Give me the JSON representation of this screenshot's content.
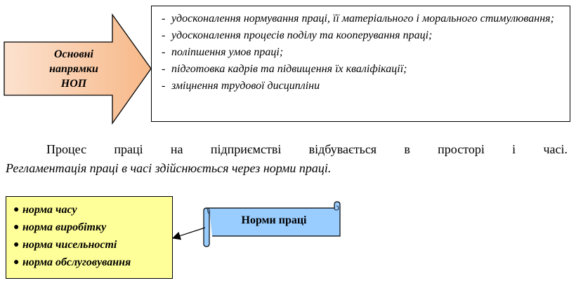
{
  "arrow": {
    "label_lines": [
      "Основні",
      "напрямки",
      "НОП"
    ],
    "fill_color": "#f8c19b"
  },
  "directions": {
    "items": [
      "удосконалення нормування праці, її матеріального і морального стимулювання;",
      "удосконалення процесів поділу та кооперування праці;",
      "поліпшення умов праці;",
      "підготовка кадрів та підвищення їх кваліфікації;",
      "зміцнення трудової дисципліни"
    ]
  },
  "paragraph": {
    "line1": "Процес праці на підприємстві відбувається в просторі і часі.",
    "line2": "Регламентація праці в часі здійснюється через норми праці."
  },
  "norms": {
    "items": [
      "норма часу",
      "норма виробітку",
      "норма чисельності",
      "норма обслуговування"
    ],
    "fill_color": "#ffff99"
  },
  "scroll": {
    "label": "Норми праці",
    "fill_color": "#99ccff"
  }
}
